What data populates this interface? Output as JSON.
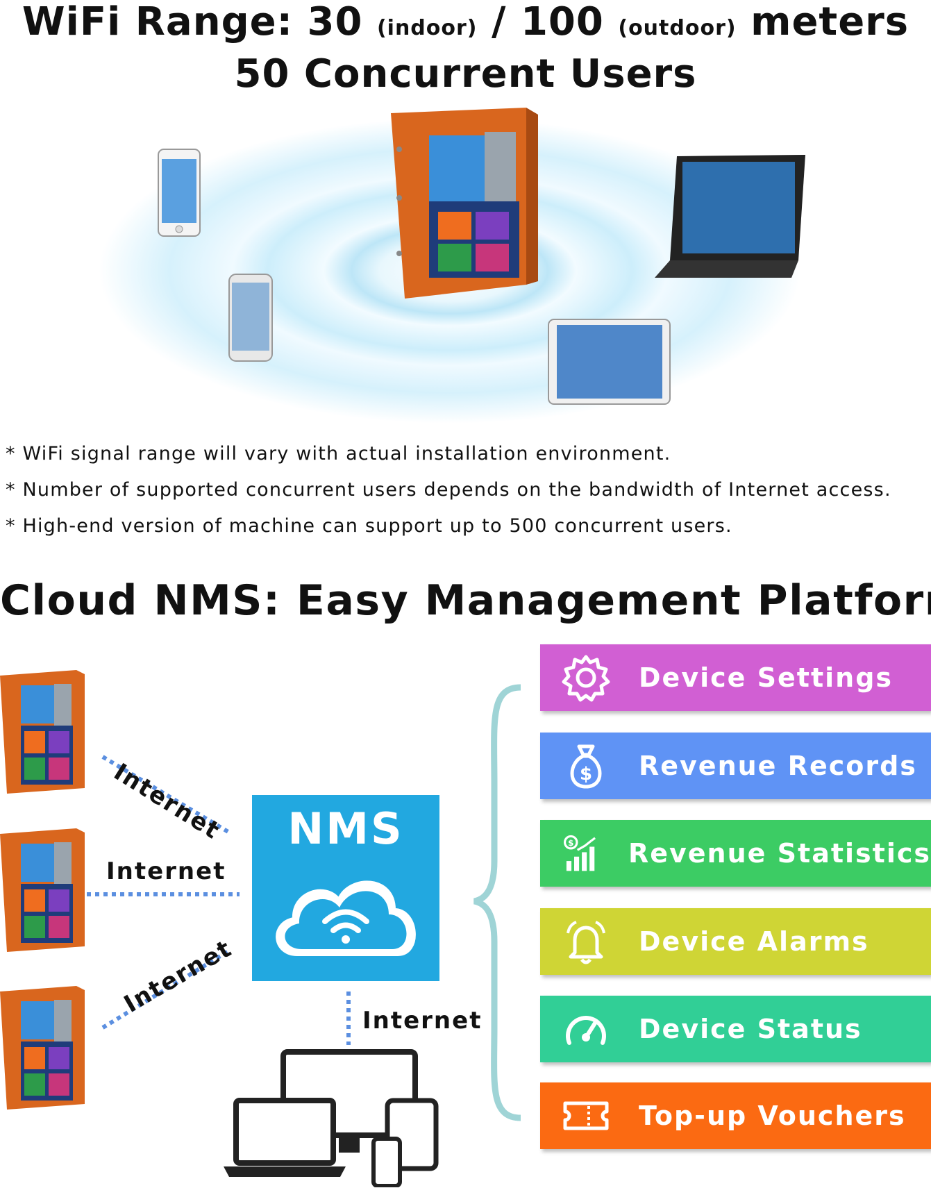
{
  "header": {
    "line1_prefix": "WiFi Range: 30",
    "line1_indoor": "(indoor)",
    "line1_mid": "/ 100",
    "line1_outdoor": "(outdoor)",
    "line1_suffix": "meters",
    "line2": "50 Concurrent Users"
  },
  "notes": [
    "* WiFi signal range will vary with actual installation environment.",
    "* Number of supported concurrent users depends on the bandwidth of Internet access.",
    "* High-end version of machine can support up to 500 concurrent users."
  ],
  "section_title": "Cloud NMS: Easy Management Platform",
  "nms_label": "NMS",
  "connection_label": "Internet",
  "features": [
    {
      "label": "Device Settings",
      "color": "#d15fd3",
      "icon": "gear-icon"
    },
    {
      "label": "Revenue Records",
      "color": "#5f93f5",
      "icon": "money-bag-icon"
    },
    {
      "label": "Revenue Statistics",
      "color": "#3ccc64",
      "icon": "bar-chart-icon"
    },
    {
      "label": "Device Alarms",
      "color": "#cfd535",
      "icon": "alarm-bell-icon"
    },
    {
      "label": "Device Status",
      "color": "#31cf96",
      "icon": "speedometer-icon"
    },
    {
      "label": "Top-up Vouchers",
      "color": "#fb6a12",
      "icon": "ticket-icon"
    }
  ],
  "colors": {
    "machine_orange": "#d9661e",
    "nms_blue": "#22a8e0",
    "wifi_ring": "#bfe7f8",
    "dotted_line": "#5b8fe0",
    "brace": "#9fd4d6"
  }
}
